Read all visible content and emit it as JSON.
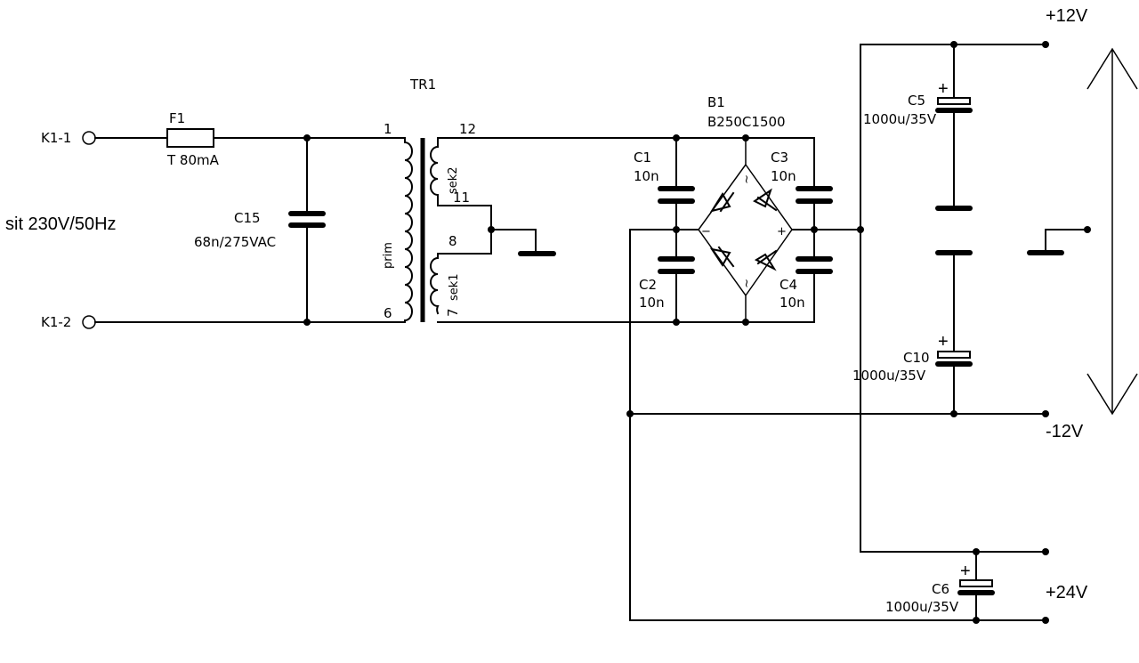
{
  "mains": {
    "label": "sit 230V/50Hz"
  },
  "terminals": {
    "k1_1": "K1-1",
    "k1_2": "K1-2"
  },
  "fuse": {
    "ref": "F1",
    "value": "T 80mA"
  },
  "c15": {
    "ref": "C15",
    "value": "68n/275VAC"
  },
  "transformer": {
    "ref": "TR1",
    "prim": "prim",
    "sek1": "sek1",
    "sek2": "sek2",
    "pins": {
      "p1": "1",
      "p6": "6",
      "p12": "12",
      "p11": "11",
      "p8": "8",
      "p7": "7"
    }
  },
  "bridge": {
    "ref": "B1",
    "value": "B250C1500",
    "minus": "−",
    "plus": "+",
    "ac": "~"
  },
  "c1": {
    "ref": "C1",
    "value": "10n"
  },
  "c2": {
    "ref": "C2",
    "value": "10n"
  },
  "c3": {
    "ref": "C3",
    "value": "10n"
  },
  "c4": {
    "ref": "C4",
    "value": "10n"
  },
  "c5": {
    "ref": "C5",
    "value": "1000u/35V",
    "polarity": "+"
  },
  "c10": {
    "ref": "C10",
    "value": "1000u/35V",
    "polarity": "+"
  },
  "c6": {
    "ref": "C6",
    "value": "1000u/35V",
    "polarity": "+"
  },
  "outputs": {
    "p12": "+12V",
    "m12": "-12V",
    "p24": "+24V"
  }
}
